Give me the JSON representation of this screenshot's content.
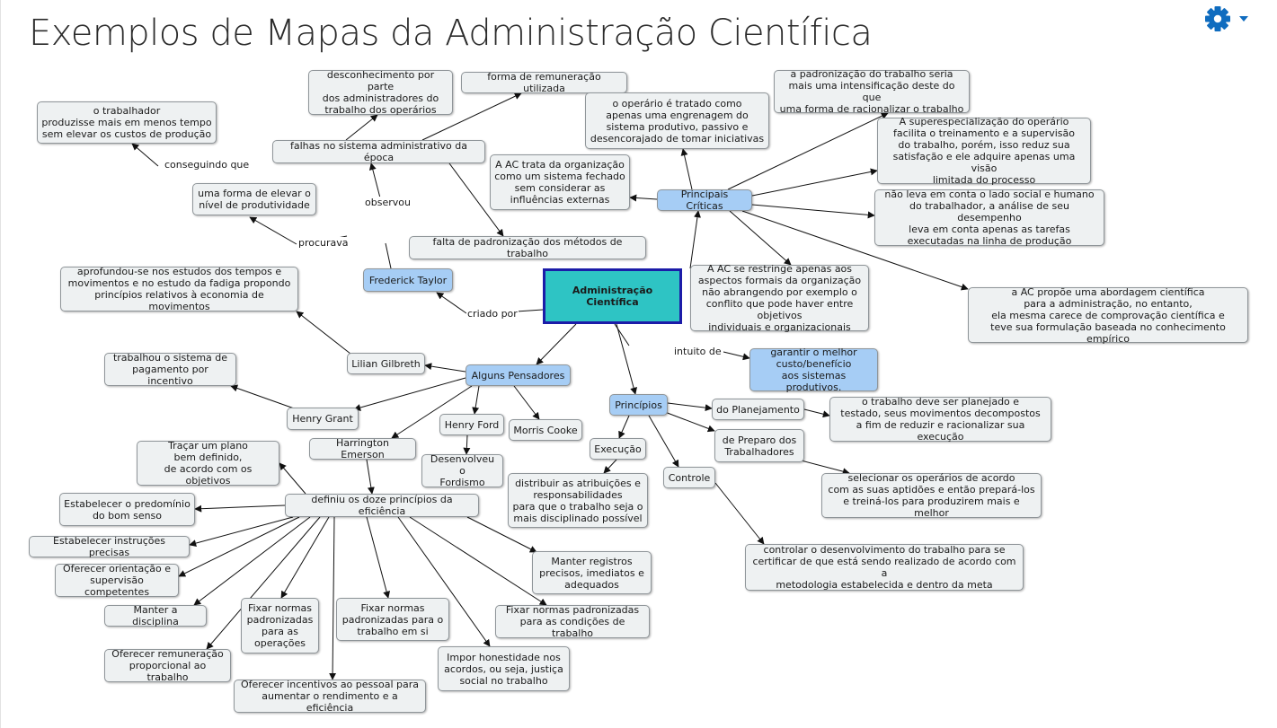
{
  "page": {
    "title": "Exemplos de Mapas da Administração Científica",
    "settings_icon": "gear-icon",
    "caret_icon": "caret-down-icon",
    "accent_color": "#0f6cbf"
  },
  "concept_map": {
    "center": "Administração Científica",
    "nodes": {
      "taylor": "Frederick Taylor",
      "falhas": "falhas no sistema administrativo da época",
      "desconhecimento": "desconhecimento por parte\ndos administradores do\ntrabalho dos operários",
      "remuneracao_utilizada": "forma de remuneração utilizada",
      "falta_padronizacao": "falta de padronização dos métodos de trabalho",
      "elevar_produtividade": "uma forma de elevar o\nnível de produtividade",
      "trabalhador": "o trabalhador\nproduzisse mais em menos tempo\nsem elevar os custos de produção",
      "criticas": "Principais Críticas",
      "engrenagem": "o operário é tratado como\napenas uma engrenagem do\nsistema produtivo, passivo e\ndesencorajado de tomar iniciativas",
      "sistema_fechado": "A AC trata da organização\ncomo um sistema fechado\nsem considerar as\ninfluências externas",
      "intensificacao": "a padronização do trabalho seria\nmais uma intensificação deste do que\numa forma de racionalizar o trabalho",
      "superespecializacao": "A superespecialização do operário\nfacilita o treinamento e a supervisão\ndo trabalho, porém, isso reduz sua\nsatisfação e ele adquire apenas uma visão\nlimitada do processo",
      "lado_social": "não leva em conta o lado social e humano\ndo trabalhador, a análise de seu desempenho\nleva em conta apenas as tarefas\nexecutadas na linha de produção",
      "aspectos_formais": "A AC se restringe apenas aos\naspectos formais da organização\nnão abrangendo por exemplo o\nconflito que pode haver entre objetivos\nindividuais e organizacionais",
      "abordagem_cientifica": "a AC propõe uma abordagem científica\npara a administração, no entanto,\nela mesma carece de comprovação científica e\nteve sua formulação baseada no conhecimento empírico",
      "custo_beneficio": "garantir o melhor\ncusto/benefício\naos sistemas produtivos.",
      "pensadores": "Alguns Pensadores",
      "gilbreth": "Lilian Gilbreth",
      "aprofundou": "aprofundou-se nos estudos dos tempos e\nmovimentos e no estudo da fadiga propondo\nprincípios relativos à economia de movimentos",
      "grant": "Henry Grant",
      "incentivo": "trabalhou o sistema de\npagamento por incentivo",
      "ford": "Henry Ford",
      "fordismo": "Desenvolveu o\nFordismo",
      "cooke": "Morris Cooke",
      "emerson": "Harrington Emerson",
      "doze_principios": "definiu os doze princípios da eficiência",
      "tracar_plano": "Traçar um plano\nbem definido,\nde acordo com os objetivos",
      "bom_senso": "Estabelecer o predomínio\ndo bom senso",
      "instrucoes": "Estabelecer instruções precisas",
      "orientacao": "Oferecer orientação e\nsupervisão competentes",
      "disciplina": "Manter a disciplina",
      "remuneracao_proporcional": "Oferecer remuneração\nproporcional ao trabalho",
      "normas_operacoes": "Fixar normas\npadronizadas\npara as\noperações",
      "incentivos_pessoal": "Oferecer incentivos ao pessoal para\naumentar o rendimento e a eficiência",
      "normas_trabalho": "Fixar normas\npadronizadas para o\ntrabalho em si",
      "honestidade": "Impor honestidade nos\nacordos, ou seja, justiça\nsocial no trabalho",
      "normas_condicoes": "Fixar normas padronizadas\npara as condições de trabalho",
      "registros": "Manter registros\nprecisos, imediatos e\nadequados",
      "principios": "Princípios",
      "planejamento": "do Planejamento",
      "planejado_texto": "o trabalho deve ser planejado e\ntestado, seus movimentos decompostos\na fim de reduzir e racionalizar sua execução",
      "preparo": "de Preparo dos\nTrabalhadores",
      "preparo_texto": "selecionar os operários de acordo\ncom as suas aptidões e então prepará-los\ne treiná-los para produzirem mais e melhor",
      "execucao": "Execução",
      "execucao_texto": "distribuir as atribuições e\nresponsabilidades\npara que o trabalho seja o\nmais disciplinado possível",
      "controle": "Controle",
      "controle_texto": "controlar o desenvolvimento do trabalho para se\ncertificar de que está sendo realizado de acordo com a\nmetodologia estabelecida e dentro da meta"
    },
    "link_labels": {
      "criado_por": "criado por",
      "procurava": "procurava",
      "observou": "observou",
      "conseguindo_que": "conseguindo que",
      "intuito_de": "intuito de"
    }
  }
}
